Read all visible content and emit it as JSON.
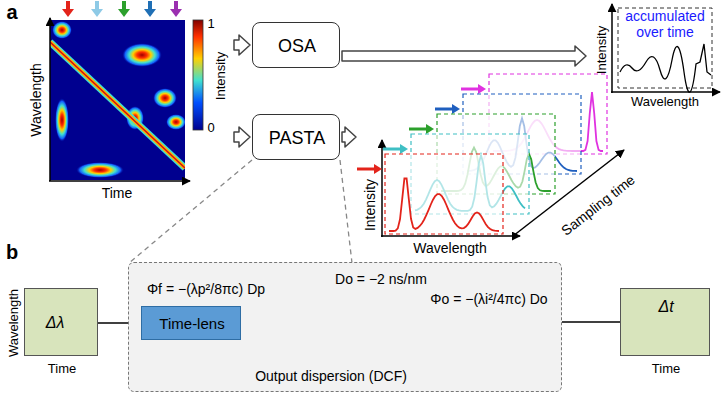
{
  "diagram": {
    "nodes": [
      {
        "text": [
          "Wavelength",
          "Time"
        ]
      },
      {
        "text": [
          "OSA"
        ]
      },
      {
        "text": [
          "PASTA"
        ]
      },
      {
        "text": [
          "accumulated over time",
          "Intensity",
          "Wavelength"
        ]
      },
      {
        "text": [
          "Intensity",
          "Wavelength",
          "Sampling time"
        ]
      },
      {
        "text": [
          "Wavelength",
          "Time",
          "Δλ"
        ]
      },
      {
        "text": [
          "Φf = −(λp²/8πc) Dp",
          "Do = −2 ns/nm",
          "Φo = −(λi²/4πc) Do",
          "Output dispersion (DCF)"
        ]
      },
      {
        "text": [
          "Time-lens"
        ],
        "in": 6
      },
      {
        "text": [
          "Time",
          "Δt"
        ]
      }
    ],
    "edges": [
      {
        "from": 0,
        "to": 1,
        "arrow": "to"
      },
      {
        "from": 0,
        "to": 2,
        "arrow": "to"
      },
      {
        "from": 1,
        "to": 3,
        "arrow": "to"
      },
      {
        "from": 2,
        "to": 4,
        "arrow": "to"
      },
      {
        "from": 2,
        "to": 6,
        "arrow": "none"
      },
      {
        "from": 5,
        "to": 7,
        "arrow": "none"
      },
      {
        "from": 7,
        "to": 8,
        "arrow": "none"
      }
    ],
    "labels": [
      "a",
      "1",
      "0",
      "Intensity",
      "b"
    ]
  }
}
